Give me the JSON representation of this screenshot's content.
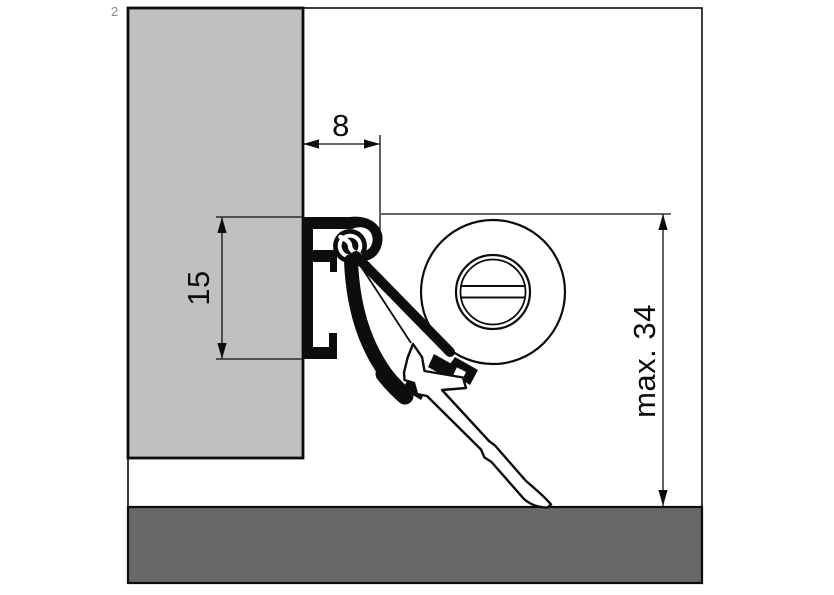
{
  "colors": {
    "door": "#c0c0c0",
    "floor": "#686868",
    "ink": "#0d0d0d",
    "background": "#ffffff"
  },
  "corner_mark": "2",
  "dimensions": {
    "groove_width": {
      "label": "8"
    },
    "plate_height": {
      "label": "15"
    },
    "max_gap": {
      "label": "max. 34"
    }
  }
}
